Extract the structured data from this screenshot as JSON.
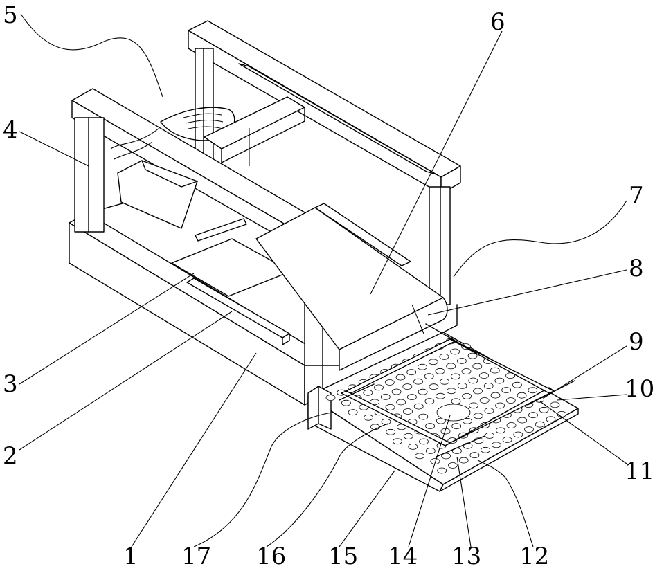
{
  "figure": {
    "part_labels": [
      "1",
      "2",
      "3",
      "4",
      "5",
      "6",
      "7",
      "8",
      "9",
      "10",
      "11",
      "12",
      "13",
      "14",
      "15",
      "16",
      "17"
    ]
  }
}
